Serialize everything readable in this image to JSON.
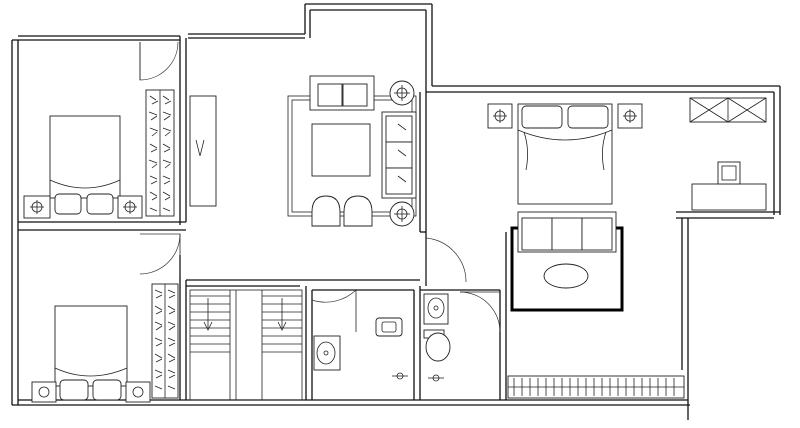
{
  "plan": {
    "background": "#ffffff",
    "line_color": "#111111",
    "rooms": [
      {
        "id": "bedroom-top-left",
        "fixtures": [
          "double-bed",
          "nightstand",
          "nightstand",
          "wardrobe"
        ]
      },
      {
        "id": "bedroom-bottom-left",
        "fixtures": [
          "double-bed",
          "nightstand",
          "nightstand",
          "wardrobe"
        ]
      },
      {
        "id": "living-room",
        "fixtures": [
          "sofa",
          "sofa",
          "coffee-table",
          "armchair",
          "armchair",
          "side-table",
          "side-table"
        ]
      },
      {
        "id": "master-bedroom",
        "fixtures": [
          "double-bed",
          "nightstand",
          "nightstand",
          "sofa",
          "rug",
          "desk",
          "chair",
          "cabinet",
          "wardrobe"
        ]
      },
      {
        "id": "corridor",
        "fixtures": [
          "tv-cabinet"
        ]
      },
      {
        "id": "staircase",
        "fixtures": [
          "stairs"
        ]
      },
      {
        "id": "bathroom-left",
        "fixtures": [
          "sink",
          "squat-toilet"
        ]
      },
      {
        "id": "bathroom-right",
        "fixtures": [
          "sink",
          "toilet"
        ]
      }
    ]
  }
}
